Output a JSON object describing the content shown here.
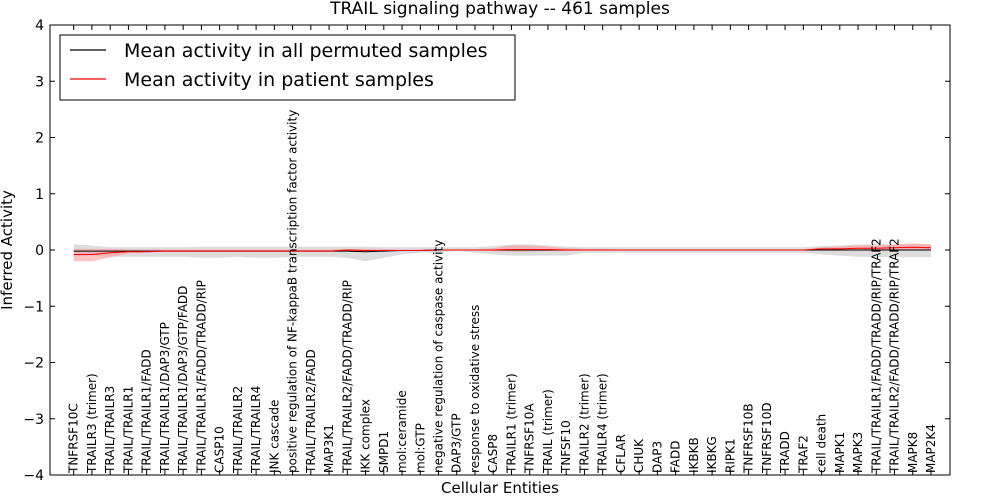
{
  "chart_data": {
    "type": "line",
    "title": "TRAIL signaling pathway -- 461 samples",
    "xlabel": "Cellular Entities",
    "ylabel": "Inferred Activity",
    "ylim": [
      -4,
      4
    ],
    "yticks": [
      "−4",
      "−3",
      "−2",
      "−1",
      "0",
      "1",
      "2",
      "3",
      "4"
    ],
    "grid": false,
    "legend_position": "top-left",
    "categories": [
      "TNFRSF10C",
      "TRAILR3 (trimer)",
      "TRAIL/TRAILR3",
      "TRAIL/TRAILR1",
      "TRAIL/TRAILR1/FADD",
      "TRAIL/TRAILR1/DAP3/GTP",
      "TRAIL/TRAILR1/DAP3/GTP/FADD",
      "TRAIL/TRAILR1/FADD/TRADD/RIP",
      "CASP10",
      "TRAIL/TRAILR2",
      "TRAIL/TRAILR4",
      "JNK cascade",
      "positive regulation of NF-kappaB transcription factor activity",
      "TRAIL/TRAILR2/FADD",
      "MAP3K1",
      "TRAIL/TRAILR2/FADD/TRADD/RIP",
      "IKK complex",
      "SMPD1",
      "mol:ceramide",
      "mol:GTP",
      "negative regulation of caspase activity",
      "DAP3/GTP",
      "response to oxidative stress",
      "CASP8",
      "TRAILR1 (trimer)",
      "TNFRSF10A",
      "TRAIL (trimer)",
      "TNFSF10",
      "TRAILR2 (trimer)",
      "TRAILR4 (trimer)",
      "CFLAR",
      "CHUK",
      "DAP3",
      "FADD",
      "IKBKB",
      "IKBKG",
      "RIPK1",
      "TNFRSF10B",
      "TNFRSF10D",
      "TRADD",
      "TRAF2",
      "cell death",
      "MAPK1",
      "MAPK3",
      "TRAIL/TRAILR1/FADD/TRADD/RIP/TRAF2",
      "TRAIL/TRAILR2/FADD/TRADD/RIP/TRAF2",
      "MAPK8",
      "MAP2K4"
    ],
    "series": [
      {
        "name": "Mean activity in all permuted samples",
        "color": "#000000",
        "band_color": "#bbbbbb",
        "mean": [
          -0.02,
          -0.02,
          -0.02,
          -0.02,
          -0.02,
          -0.02,
          -0.02,
          -0.02,
          -0.02,
          -0.02,
          -0.02,
          -0.02,
          -0.02,
          -0.02,
          -0.02,
          -0.02,
          -0.03,
          -0.02,
          -0.01,
          -0.01,
          0,
          0,
          0,
          0,
          0,
          0,
          0,
          0,
          0,
          0,
          0,
          0,
          0,
          0,
          0,
          0,
          0,
          0,
          0,
          0,
          0,
          0,
          0,
          0,
          0,
          0,
          0,
          0
        ],
        "lower": [
          -0.12,
          -0.1,
          -0.12,
          -0.12,
          -0.12,
          -0.12,
          -0.12,
          -0.14,
          -0.14,
          -0.12,
          -0.14,
          -0.14,
          -0.12,
          -0.12,
          -0.12,
          -0.14,
          -0.2,
          -0.14,
          -0.08,
          -0.05,
          -0.05,
          -0.02,
          -0.05,
          -0.08,
          -0.1,
          -0.1,
          -0.1,
          -0.1,
          -0.05,
          -0.05,
          -0.05,
          -0.05,
          -0.05,
          -0.05,
          -0.05,
          -0.05,
          -0.05,
          -0.05,
          -0.05,
          -0.05,
          -0.05,
          -0.08,
          -0.1,
          -0.12,
          -0.13,
          -0.13,
          -0.13,
          -0.13
        ],
        "upper": [
          0.1,
          0.08,
          0.05,
          0.05,
          0.05,
          0.05,
          0.05,
          0.06,
          0.06,
          0.06,
          0.06,
          0.06,
          0.06,
          0.06,
          0.06,
          0.06,
          0.06,
          0.05,
          0.05,
          0.05,
          0.05,
          0.05,
          0.05,
          0.07,
          0.1,
          0.1,
          0.08,
          0.06,
          0.05,
          0.05,
          0.05,
          0.05,
          0.05,
          0.05,
          0.05,
          0.05,
          0.05,
          0.05,
          0.05,
          0.05,
          0.05,
          0.07,
          0.08,
          0.1,
          0.1,
          0.1,
          0.1,
          0.1
        ]
      },
      {
        "name": "Mean activity in patient samples",
        "color": "#ff0000",
        "band_color": "#ff9999",
        "mean": [
          -0.08,
          -0.08,
          -0.05,
          -0.03,
          -0.03,
          -0.02,
          -0.02,
          -0.02,
          -0.02,
          -0.02,
          -0.02,
          -0.02,
          -0.02,
          -0.02,
          -0.02,
          0,
          -0.01,
          -0.01,
          -0.01,
          -0.01,
          0,
          0,
          0,
          0,
          0.01,
          0.01,
          0.01,
          0,
          0,
          0,
          0,
          0,
          0,
          0,
          0,
          0,
          0,
          0,
          0,
          0,
          0,
          0.02,
          0.02,
          0.03,
          0.03,
          0.04,
          0.05,
          0.04
        ],
        "lower": [
          -0.2,
          -0.2,
          -0.13,
          -0.06,
          -0.04,
          -0.03,
          -0.03,
          -0.03,
          -0.03,
          -0.03,
          -0.03,
          -0.03,
          -0.03,
          -0.03,
          -0.03,
          -0.02,
          -0.02,
          -0.02,
          -0.02,
          -0.02,
          -0.01,
          -0.01,
          -0.01,
          -0.02,
          -0.03,
          -0.03,
          -0.02,
          -0.02,
          -0.01,
          -0.01,
          -0.01,
          -0.01,
          -0.01,
          -0.01,
          -0.01,
          -0.01,
          -0.01,
          -0.01,
          -0.01,
          -0.01,
          -0.01,
          -0.01,
          0,
          0,
          0,
          0,
          0,
          0
        ],
        "upper": [
          0.02,
          0.02,
          0.02,
          0.01,
          0.01,
          0.01,
          0.01,
          0.01,
          0.01,
          0.01,
          0.01,
          0.01,
          0.01,
          0.01,
          0.01,
          0.02,
          0.02,
          0.02,
          0.01,
          0.01,
          0.01,
          0.01,
          0.01,
          0.03,
          0.08,
          0.08,
          0.06,
          0.03,
          0.02,
          0.02,
          0.01,
          0.01,
          0.01,
          0.01,
          0.01,
          0.01,
          0.01,
          0.01,
          0.01,
          0.01,
          0.01,
          0.05,
          0.06,
          0.08,
          0.08,
          0.1,
          0.12,
          0.1
        ]
      }
    ]
  }
}
